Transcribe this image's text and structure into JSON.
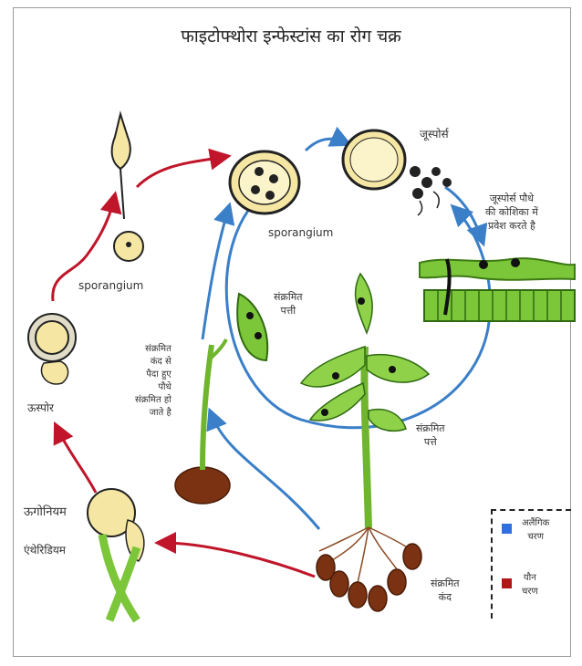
{
  "title": "फाइटोफ्थोरा इन्फेस्टांस का रोग चक्र",
  "labels": {
    "zoospores": "जूस्पोर्स",
    "zoospores_enter": [
      "जूस्पोर्स पौधे",
      "की कोशिका में",
      "प्रवेश करते है"
    ],
    "sporangium_top": "sporangium",
    "sporangium_left": "sporangium",
    "infected_leaf_top": [
      "संक्रमित",
      "पत्ती"
    ],
    "infected_leaf_right": [
      "संक्रमित",
      "पत्ते"
    ],
    "infected_tuber": [
      "संक्रमित",
      "कंद"
    ],
    "tuber_plant": [
      "संक्रमित",
      "कंद से",
      "पैदा हुए",
      "पौधे",
      "संक्रमित हो",
      "जाते है"
    ],
    "oospore": "ऊस्पोर",
    "oogonium": "ऊगोनियम",
    "antheridium": "एंथेरिडियम"
  },
  "legend": {
    "items": [
      {
        "label": [
          "अलैंगिक",
          "चरण"
        ],
        "color": "#2f6fe0"
      },
      {
        "label": [
          "यौन",
          "चरण"
        ],
        "color": "#b01818"
      }
    ]
  },
  "colors": {
    "asexual_arrow": "#3a7fc8",
    "sexual_arrow": "#c0152a",
    "plant_green": "#7cc63a",
    "spore_yellow": "#f5e7a3",
    "tuber_brown": "#7a3212"
  }
}
